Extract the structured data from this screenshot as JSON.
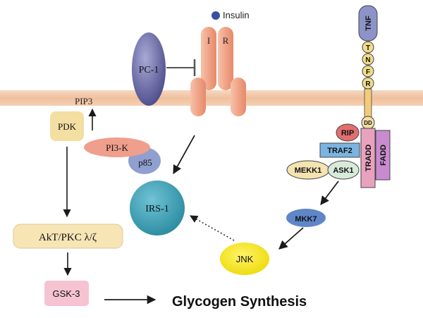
{
  "labels": {
    "insulin": "Insulin",
    "ir_i": "I",
    "ir_r": "R",
    "pc1": "PC-1",
    "pip3": "PIP3",
    "pdk": "PDK",
    "pi3k": "PI3-K",
    "p85": "p85",
    "irs1": "IRS-1",
    "akt": "AkT/PKC λ/ζ",
    "gsk3": "GSK-3",
    "glycogen": "Glycogen Synthesis",
    "jnk": "JNK",
    "mkk7": "MKK7",
    "mekk1": "MEKK1",
    "ask1": "ASK1",
    "traf2": "TRAF2",
    "rip": "RIP",
    "tradd": "TRADD",
    "fadd": "FADD",
    "dd": "DD",
    "tnf": "TNF",
    "tnfr": [
      "T",
      "N",
      "F",
      "R"
    ]
  },
  "colors": {
    "membrane": "#f2c9a9",
    "receptor": "#f0a98a",
    "pc1": "#6a6aa8",
    "pdk": "#f3dfa2",
    "pi3k": "#ef9f8c",
    "p85": "#8f9fcf",
    "irs1": "#3b9caf",
    "akt": "#f7e5b5",
    "gsk3": "#f6c3d2",
    "jnk": "#f7ea23",
    "mkk7": "#5f87c8",
    "mekk1": "#f5e3b0",
    "ask1": "#d8ebdb",
    "traf2": "#7cb3e0",
    "rip": "#e26f6f",
    "tradd": "#e8a2be",
    "fadd": "#c98bcf",
    "tnf": "#8d93c8",
    "tnfr_bead": "#f1dd8a"
  }
}
